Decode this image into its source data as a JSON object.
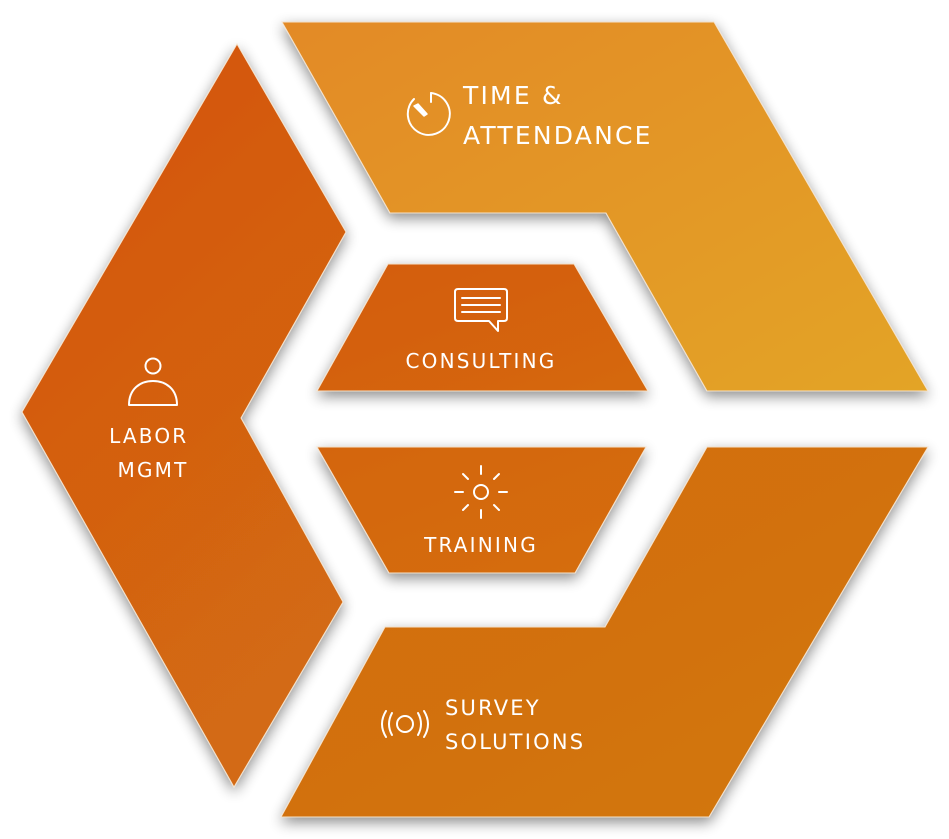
{
  "diagram": {
    "colors": {
      "labor_top": "#D4520F",
      "labor_bottom": "#D36A12",
      "time_top": "#E38A25",
      "time_bottom": "#E3A128",
      "consulting": "#D5600F",
      "training": "#D56A10",
      "survey_top": "#D36D0F",
      "survey_bottom": "#D27610",
      "text": "#FFFFFF",
      "background": "#FFFFFF"
    },
    "segments": [
      {
        "id": "time-attendance",
        "icon": "stopwatch-icon",
        "lines": [
          "TIME &",
          "ATTENDANCE"
        ]
      },
      {
        "id": "consulting",
        "icon": "speech-bubble-icon",
        "lines": [
          "CONSULTING"
        ]
      },
      {
        "id": "training",
        "icon": "sun-lightbulb-icon",
        "lines": [
          "TRAINING"
        ]
      },
      {
        "id": "labor-mgmt",
        "icon": "person-icon",
        "lines": [
          "LABOR",
          "MGMT"
        ]
      },
      {
        "id": "survey-solutions",
        "icon": "broadcast-signal-icon",
        "lines": [
          "SURVEY",
          "SOLUTIONS"
        ]
      }
    ]
  }
}
